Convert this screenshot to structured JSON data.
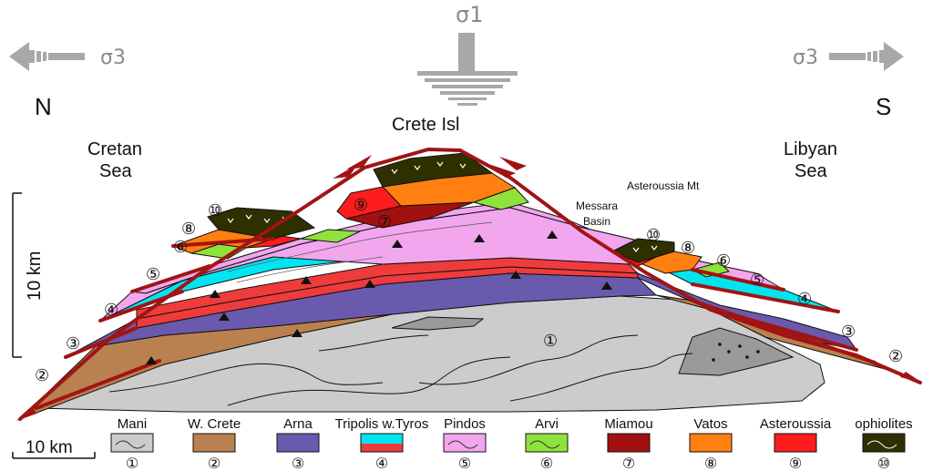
{
  "stress": {
    "sigma1": "σ1",
    "sigma3_left": "σ3",
    "sigma3_right": "σ3"
  },
  "orientation": {
    "north": "N",
    "south": "S"
  },
  "places": {
    "crete": "Crete Isl",
    "cretan_sea_1": "Cretan",
    "cretan_sea_2": "Sea",
    "libyan_sea_1": "Libyan",
    "libyan_sea_2": "Sea",
    "messara_1": "Messara",
    "messara_2": "Basin",
    "asteroussia_mt": "Asteroussia Mt"
  },
  "scale": {
    "vertical": "10 km",
    "horizontal": "10 km"
  },
  "numbers": [
    "①",
    "②",
    "③",
    "④",
    "⑤",
    "⑥",
    "⑦",
    "⑧",
    "⑨",
    "⑩"
  ],
  "legend": [
    {
      "name": "Mani",
      "number": "①",
      "color": "#cccccc"
    },
    {
      "name": "W. Crete",
      "number": "②",
      "color": "#b9814f"
    },
    {
      "name": "Arna",
      "number": "③",
      "color": "#6a5aad"
    },
    {
      "name": "Tripolis w.Tyros",
      "number": "④",
      "color": "#00e5ef",
      "color2": "#ef3b3b"
    },
    {
      "name": "Pindos",
      "number": "⑤",
      "color": "#f2a6ee"
    },
    {
      "name": "Arvi",
      "number": "⑥",
      "color": "#8fe23c"
    },
    {
      "name": "Miamou",
      "number": "⑦",
      "color": "#a31010"
    },
    {
      "name": "Vatos",
      "number": "⑧",
      "color": "#ff7f10"
    },
    {
      "name": "Asteroussia",
      "number": "⑨",
      "color": "#ff1c1c"
    },
    {
      "name": "ophiolites",
      "number": "⑩",
      "color": "#2e3000"
    }
  ],
  "colors": {
    "fault": "#a11414",
    "arrow": "#a8a8a8",
    "ink": "#111111"
  }
}
